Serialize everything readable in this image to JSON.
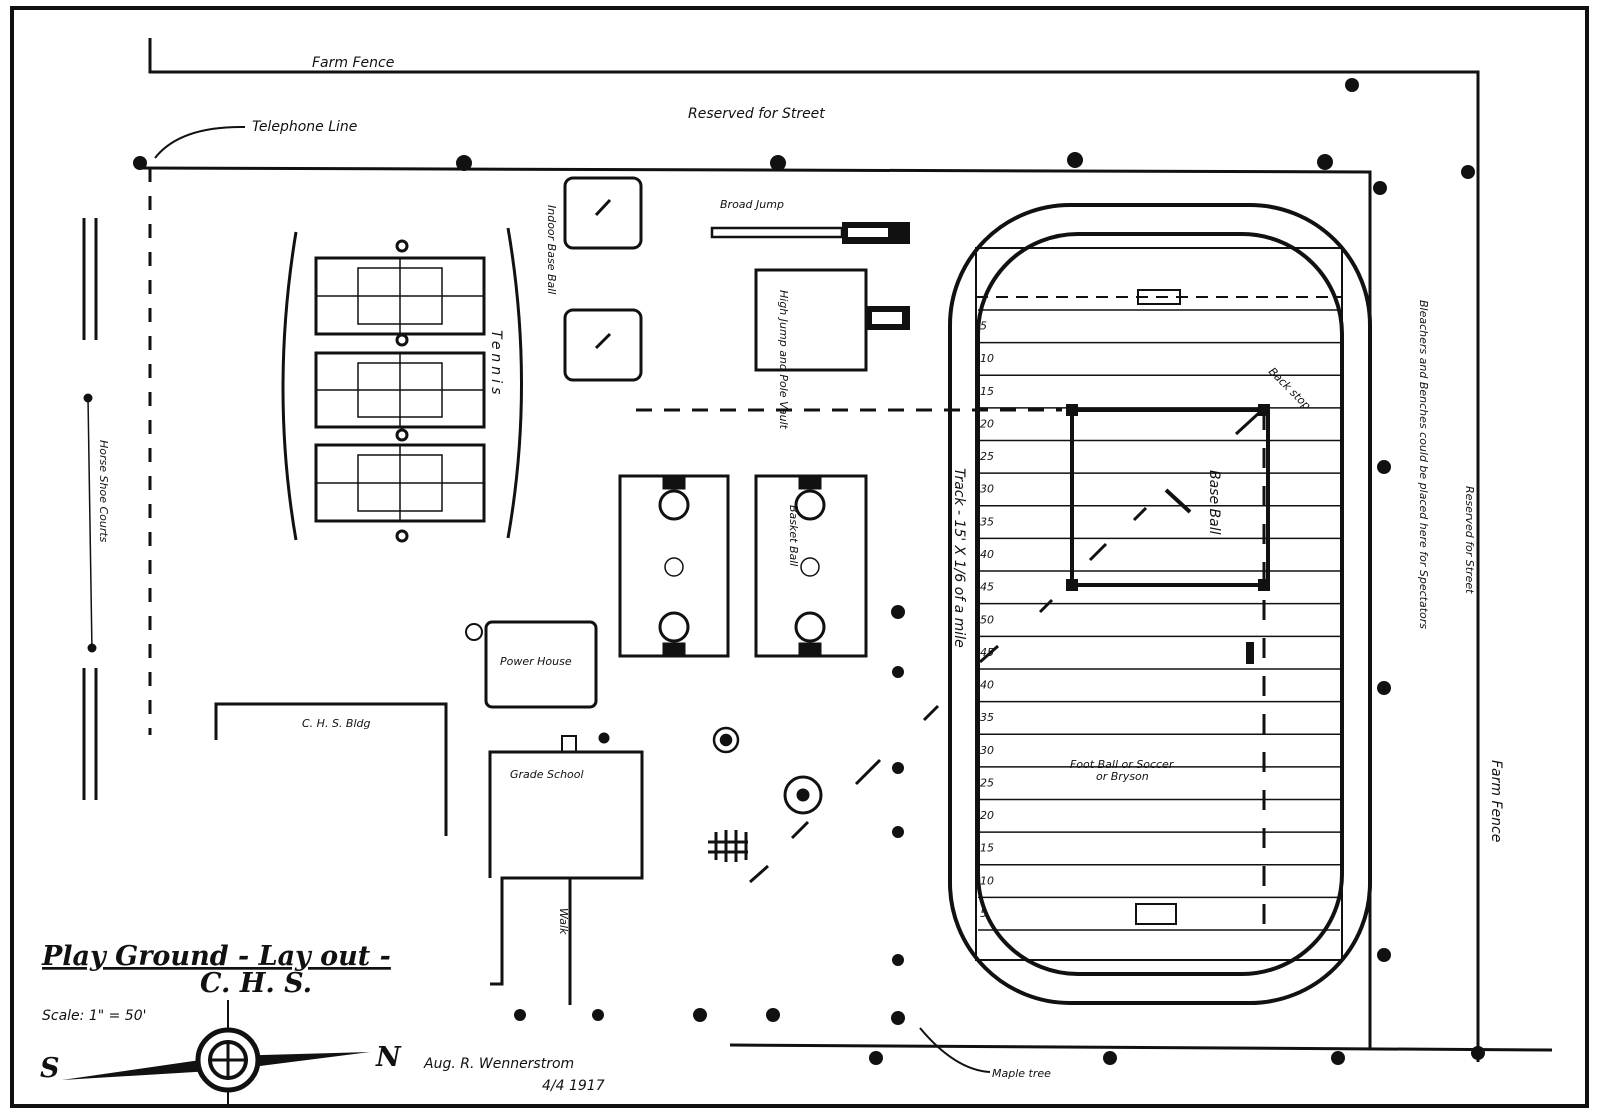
{
  "diagram": {
    "title_line1": "Play Ground - Lay out -",
    "title_line2": "C. H. S.",
    "scale": "Scale: 1\" = 50'",
    "compass_south": "S",
    "compass_north": "N",
    "author": "Aug. R. Wennerstrom",
    "date": "4/4 1917",
    "labels": {
      "farm_fence_top": "Farm Fence",
      "farm_fence_right": "Farm Fence",
      "reserved_street_top": "Reserved for Street",
      "reserved_street_right": "Reserved for Street",
      "telephone_line": "Telephone Line",
      "tennis": "Tennis",
      "indoor_base_ball": "Indoor Base Ball",
      "broad_jump": "Broad Jump",
      "high_jump": "High Jump and Pole Vault",
      "basket_ball": "Basket Ball",
      "base_ball": "Base Ball",
      "track": "Track - 15' X 1/6 of a mile",
      "football": "Foot Ball or Soccer",
      "football_sub": "or Bryson",
      "bleachers": "Bleachers and Benches could be placed here for Spectators",
      "maple_tree": "Maple tree",
      "grade_school": "Grade School",
      "chs_bldg": "C. H. S. Bldg",
      "power_house": "Power House",
      "walk": "Walk",
      "horse_shoe": "Horse Shoe Courts",
      "backstop": "Back stop"
    },
    "yard_marks": [
      "5",
      "10",
      "15",
      "20",
      "25",
      "30",
      "35",
      "40",
      "45",
      "50",
      "45",
      "40",
      "35",
      "30",
      "25",
      "20",
      "15",
      "10",
      "5"
    ]
  }
}
